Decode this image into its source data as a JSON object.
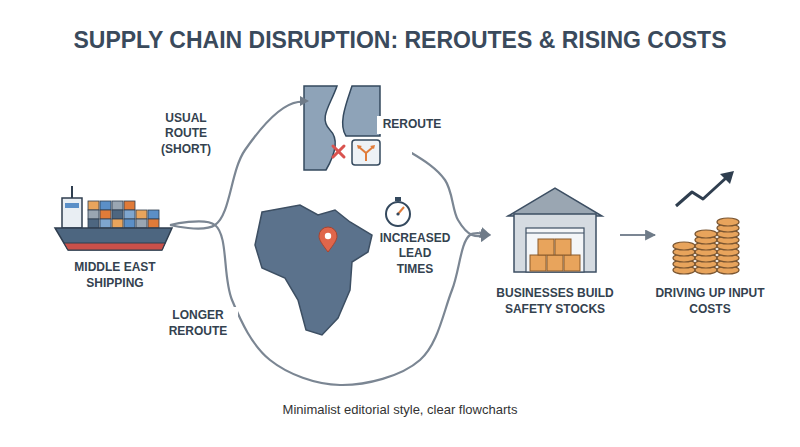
{
  "diagram": {
    "title": "SUPPLY CHAIN DISRUPTION: REROUTES & RISING COSTS",
    "caption": "Minimalist editorial style, clear flowcharts",
    "nodes": [
      {
        "text": [
          "MIDDLE EAST SHIPPING"
        ]
      },
      {
        "text": [
          "BUSINESSES BUILD SAFETY STOCKS"
        ]
      },
      {
        "text": [
          "DRIVING UP INPUT COSTS"
        ]
      }
    ],
    "edges": [
      {
        "from": 0,
        "to": 1,
        "label": "USUAL ROUTE (SHORT)",
        "arrow": "to"
      },
      {
        "from": 0,
        "to": 1,
        "label": "LONGER REROUTE",
        "arrow": "to"
      },
      {
        "from": 1,
        "to": 2,
        "arrow": "to"
      }
    ],
    "labels": [
      "REROUTE",
      "INCREASED LEAD TIMES"
    ]
  }
}
